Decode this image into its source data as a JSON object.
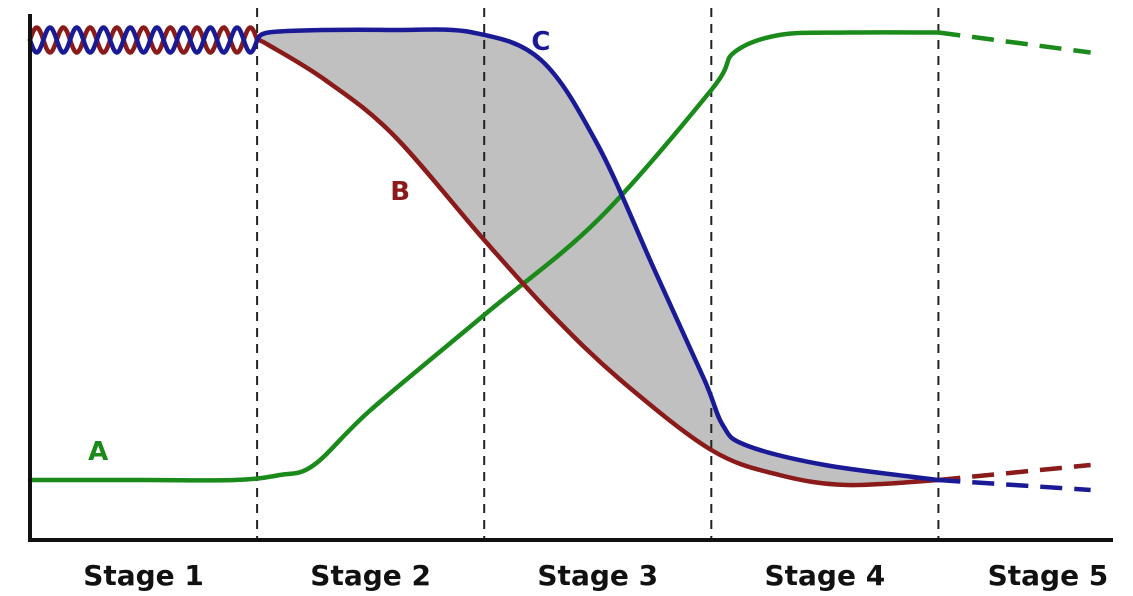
{
  "chart_data": {
    "type": "line",
    "title": "",
    "xlabel": "",
    "ylabel": "",
    "xlim": [
      0,
      5
    ],
    "ylim": [
      0,
      1
    ],
    "grid": false,
    "legend": "none",
    "stage_boundaries": [
      1,
      2,
      3,
      4
    ],
    "categories": [
      "Stage 1",
      "Stage 2",
      "Stage 3",
      "Stage 4",
      "Stage 5"
    ],
    "fill_between": {
      "upper": "C",
      "lower": "B",
      "color": "#c0c0c0"
    },
    "series": [
      {
        "name": "A",
        "color": "#1a8a1a",
        "points": [
          [
            0.0,
            0.08
          ],
          [
            0.5,
            0.08
          ],
          [
            0.9,
            0.08
          ],
          [
            1.1,
            0.09
          ],
          [
            1.25,
            0.11
          ],
          [
            1.5,
            0.22
          ],
          [
            2.0,
            0.41
          ],
          [
            2.5,
            0.6
          ],
          [
            3.0,
            0.86
          ],
          [
            3.1,
            0.935
          ],
          [
            3.3,
            0.97
          ],
          [
            3.6,
            0.975
          ],
          [
            4.0,
            0.975
          ]
        ],
        "dashed_points": [
          [
            4.0,
            0.975
          ],
          [
            4.67,
            0.935
          ]
        ]
      },
      {
        "name": "B",
        "color": "#8b1a1a",
        "oscillation": {
          "from": 0.0,
          "to": 1.0,
          "center": 0.96,
          "amplitude": 0.025,
          "cycles": 8.5
        },
        "points": [
          [
            1.0,
            0.96
          ],
          [
            1.05,
            0.95
          ],
          [
            1.3,
            0.88
          ],
          [
            1.6,
            0.77
          ],
          [
            2.0,
            0.56
          ],
          [
            2.3,
            0.41
          ],
          [
            2.6,
            0.28
          ],
          [
            3.0,
            0.14
          ],
          [
            3.3,
            0.09
          ],
          [
            3.6,
            0.07
          ],
          [
            4.0,
            0.08
          ]
        ],
        "dashed_points": [
          [
            4.0,
            0.08
          ],
          [
            4.67,
            0.11
          ]
        ]
      },
      {
        "name": "C",
        "color": "#1a1a96",
        "oscillation": {
          "from": 0.0,
          "to": 1.0,
          "center": 0.96,
          "amplitude": 0.025,
          "cycles": 8.5,
          "phase_shift": true
        },
        "points": [
          [
            1.0,
            0.96
          ],
          [
            1.05,
            0.975
          ],
          [
            1.3,
            0.98
          ],
          [
            1.6,
            0.98
          ],
          [
            1.95,
            0.975
          ],
          [
            2.25,
            0.92
          ],
          [
            2.5,
            0.75
          ],
          [
            2.75,
            0.5
          ],
          [
            2.97,
            0.28
          ],
          [
            3.05,
            0.19
          ],
          [
            3.15,
            0.15
          ],
          [
            3.5,
            0.11
          ],
          [
            4.0,
            0.08
          ]
        ],
        "dashed_points": [
          [
            4.0,
            0.08
          ],
          [
            4.67,
            0.06
          ]
        ]
      }
    ],
    "annotations": [
      {
        "text": "A",
        "series": "A",
        "x": 0.3,
        "y": 0.12
      },
      {
        "text": "B",
        "series": "B",
        "x": 1.63,
        "y": 0.64
      },
      {
        "text": "C",
        "series": "C",
        "x": 2.25,
        "y": 0.94
      }
    ]
  }
}
